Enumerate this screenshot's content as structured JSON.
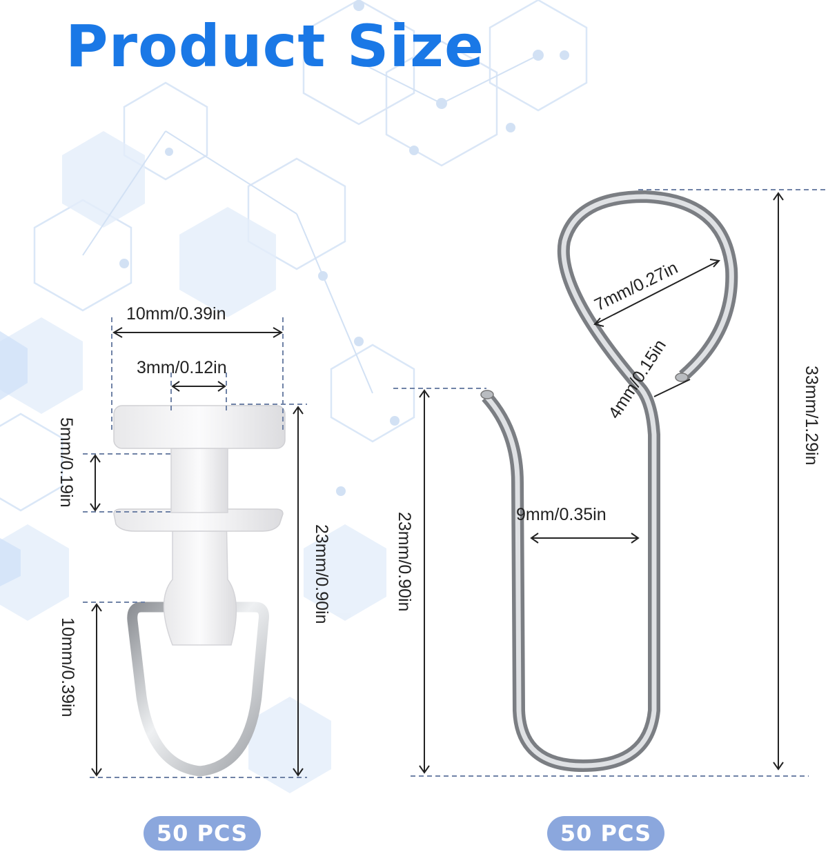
{
  "title": "Product Size",
  "colors": {
    "title": "#1a78e6",
    "badge": "#8ba7dd",
    "guide": "#6f82a6",
    "hexagon": "#cfe0f5"
  },
  "products": [
    {
      "name": "plastic-roller-glide",
      "dimensions": {
        "width": "10mm/0.39in",
        "stem_width": "3mm/0.12in",
        "gap_height": "5mm/0.19in",
        "total_height": "23mm/0.90in",
        "ring_height": "10mm/0.39in"
      },
      "quantity": "50 PCS"
    },
    {
      "name": "metal-s-hook",
      "dimensions": {
        "loop_diameter": "7mm/0.27in",
        "wire_gap": "4mm/0.15in",
        "hook_width": "9mm/0.35in",
        "short_height": "23mm/0.90in",
        "total_height": "33mm/1.29in"
      },
      "quantity": "50 PCS"
    }
  ]
}
